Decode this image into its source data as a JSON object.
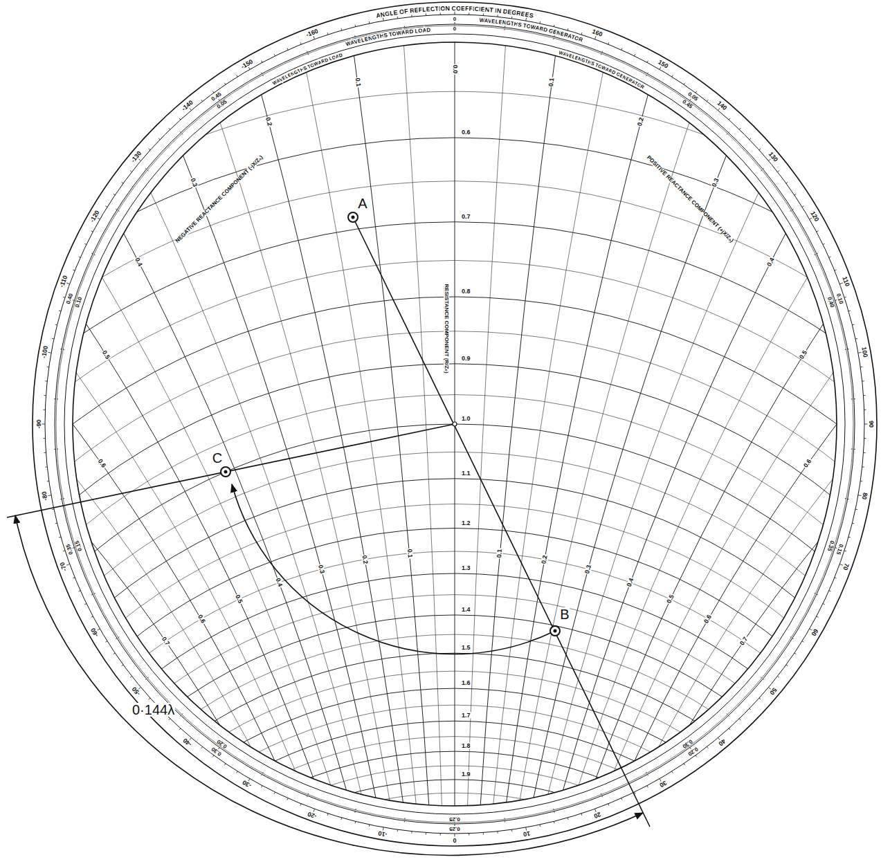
{
  "diagram": {
    "labels": [
      "ANGLE OF REFLECTION COEFFICIENT IN DEGREES",
      "WAVELENGTHS TOWARD GENERATOR",
      "WAVELENGTHS TOWARD LOAD",
      "WAVELENGTHS TOWARD LOAD",
      "WAVELENGTHS TOWARD GENERATOR",
      "-160",
      "-150",
      "-140",
      "-130",
      "-120",
      "-110",
      "-100",
      "-90",
      "-80",
      "-70",
      "-60",
      "-50",
      "-40",
      "-30",
      "-20",
      "-10",
      "0",
      "10",
      "20",
      "30",
      "40",
      "50",
      "60",
      "70",
      "80",
      "90",
      "100",
      "110",
      "120",
      "130",
      "140",
      "150",
      "160",
      "0",
      "0.05",
      "0.10",
      "0.15",
      "0.20",
      "0.25",
      "0.30",
      "0.35",
      "0.40",
      "0.45",
      "0",
      "0.45",
      "0.40",
      "0.35",
      "0.30",
      "0.25",
      "0.20",
      "0.15",
      "0.10",
      "0.05",
      "0.6",
      "0.5",
      "0.4",
      "0.3",
      "0.2",
      "0.1",
      "0.0",
      "0.1",
      "0.2",
      "0.3",
      "0.4",
      "0.5",
      "0.6",
      "0.7",
      "0.6",
      "0.5",
      "0.4",
      "0.3",
      "0.2",
      "0.1",
      "0.1",
      "0.2",
      "0.3",
      "0.4",
      "0.5",
      "0.6",
      "0.7",
      "0.6",
      "0.7",
      "0.8",
      "0.9",
      "1.0",
      "1.1",
      "1.2",
      "1.3",
      "1.4",
      "1.5",
      "1.6",
      "1.7",
      "1.8",
      "1.9",
      "NEGATIVE REACTANCE COMPONENT (-jX/Z₀)",
      "POSITIVE REACTANCE COMPONENT (+jX/Z₀)",
      "RESISTANCE COMPONENT (R/Z₀)",
      "A",
      "B",
      "C",
      "0·144λ"
    ]
  }
}
